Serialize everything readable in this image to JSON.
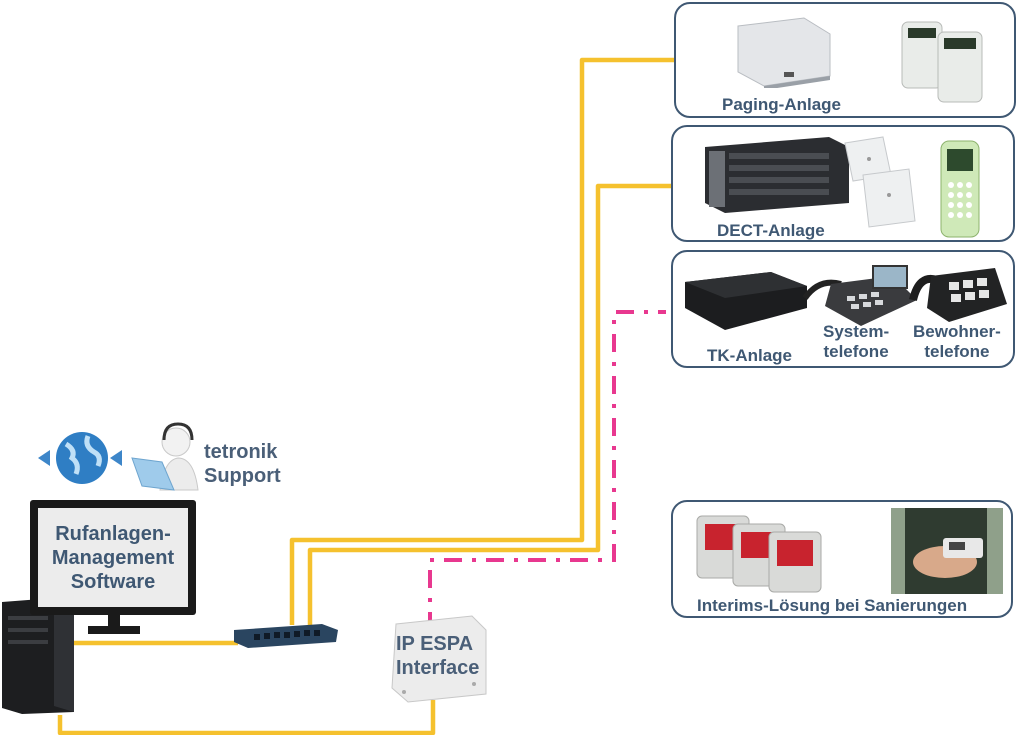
{
  "panels": {
    "paging": {
      "label": "Paging-Anlage"
    },
    "dect": {
      "label": "DECT-Anlage"
    },
    "tk": {
      "label": "TK-Anlage",
      "system_phones": "System-\ntelefone",
      "resident_phones": "Bewohner-\ntelefone"
    },
    "interim": {
      "label": "Interims-Lösung bei Sanierungen"
    }
  },
  "support": {
    "label": "tetronik\nSupport"
  },
  "computer": {
    "screen_text": "Rufanlagen-\nManagement\nSoftware"
  },
  "espa": {
    "label": "IP ESPA\nInterface"
  },
  "colors": {
    "panel_border": "#3f5873",
    "network_line": "#f5c12e",
    "espa_line": "#e8388f",
    "label_text": "#3f5873"
  }
}
